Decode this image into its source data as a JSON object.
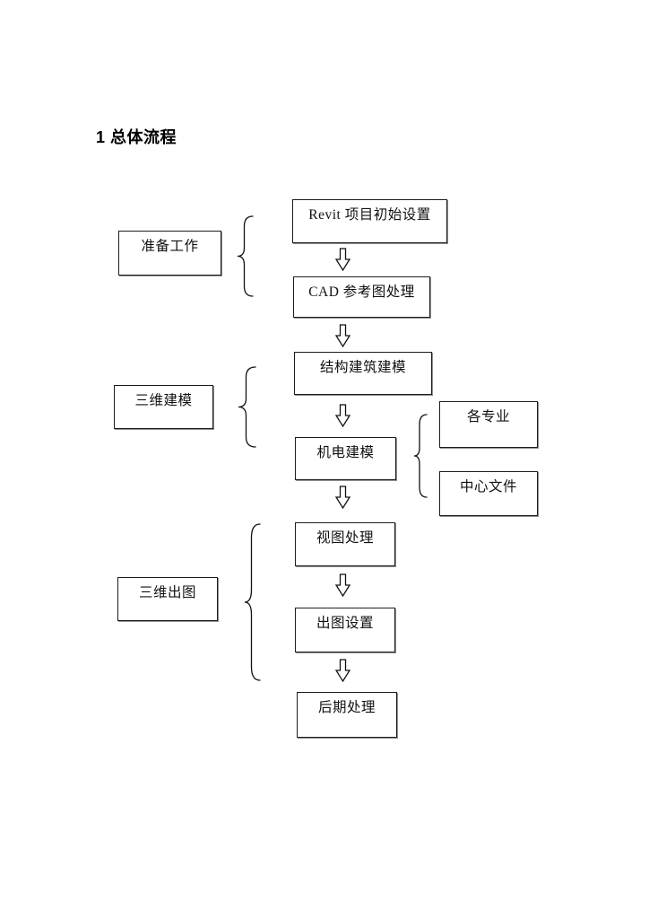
{
  "document": {
    "heading": "1 总体流程"
  },
  "flowchart": {
    "steps": [
      {
        "label": "Revit 项目初始设置"
      },
      {
        "label": "CAD 参考图处理"
      },
      {
        "label": "结构建筑建模"
      },
      {
        "label": "机电建模"
      },
      {
        "label": "视图处理"
      },
      {
        "label": "出图设置"
      },
      {
        "label": "后期处理"
      }
    ],
    "groups": [
      {
        "label": "准备工作"
      },
      {
        "label": "三维建模"
      },
      {
        "label": "三维出图"
      }
    ],
    "mep_inputs": [
      {
        "label": "各专业"
      },
      {
        "label": "中心文件"
      }
    ],
    "connector": "down-double-arrow",
    "colors": {
      "ink": "#111111",
      "paper": "#ffffff"
    }
  }
}
